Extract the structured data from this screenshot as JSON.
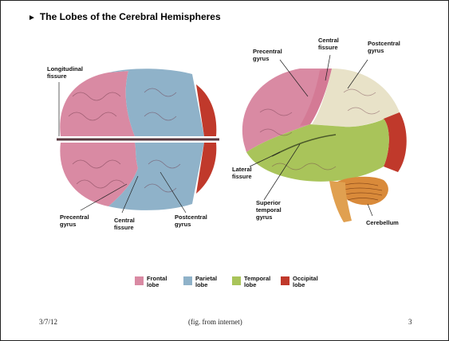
{
  "slide": {
    "title": "The Lobes of the Cerebral Hemispheres",
    "date": "3/7/12",
    "caption": "(fig. from internet)",
    "page_number": "3"
  },
  "labels": {
    "longitudinal_1": "Longitudinal",
    "longitudinal_2": "fissure",
    "precentral_left_1": "Precentral",
    "precentral_left_2": "gyrus",
    "central_left_1": "Central",
    "central_left_2": "fissure",
    "postcentral_left_1": "Postcentral",
    "postcentral_left_2": "gyrus",
    "precentral_right_1": "Precentral",
    "precentral_right_2": "gyrus",
    "central_right_1": "Central",
    "central_right_2": "fissure",
    "postcentral_right_1": "Postcentral",
    "postcentral_right_2": "gyrus",
    "lateral_1": "Lateral",
    "lateral_2": "fissure",
    "superior_1": "Superior",
    "superior_2": "temporal",
    "superior_3": "gyrus",
    "cerebellum": "Cerebellum"
  },
  "legend": [
    {
      "line1": "Frontal",
      "line2": "lobe",
      "color": "#d98aa3"
    },
    {
      "line1": "Parietal",
      "line2": "lobe",
      "color": "#8fb2c9"
    },
    {
      "line1": "Temporal",
      "line2": "lobe",
      "color": "#a9c45a"
    },
    {
      "line1": "Occipital",
      "line2": "lobe",
      "color": "#c0392b"
    }
  ],
  "colors": {
    "frontal": "#d98aa3",
    "parietal": "#8fb2c9",
    "temporal": "#a9c45a",
    "occipital": "#c0392b",
    "postcentral": "#e8e2c8",
    "cerebellum": "#d98a3a",
    "brainstem": "#e0a050"
  }
}
